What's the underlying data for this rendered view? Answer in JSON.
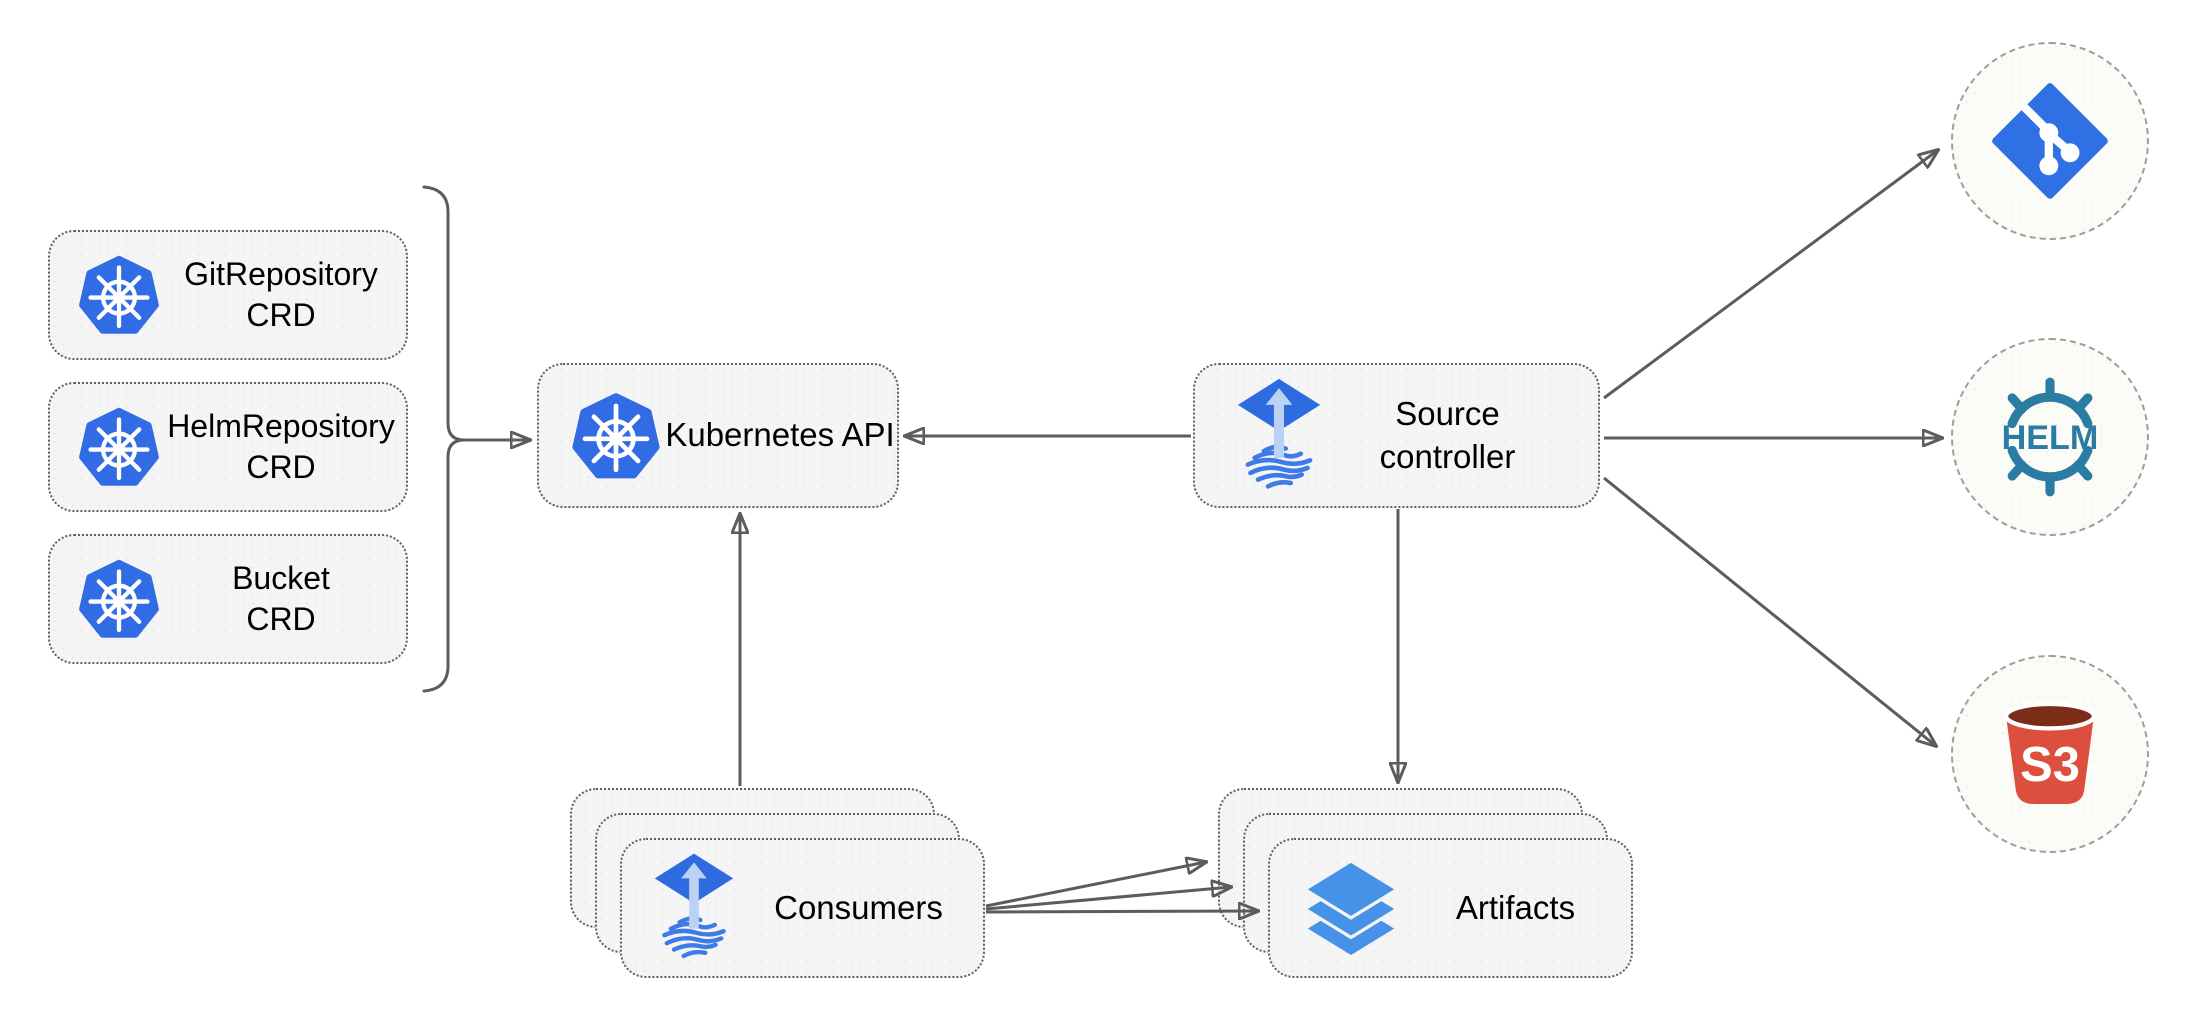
{
  "diagram": {
    "type": "architecture-diagram",
    "subject": "Flux source-controller"
  },
  "nodes": {
    "crd_boxes": [
      {
        "title": "GitRepository",
        "subtitle": "CRD",
        "icon": "kubernetes-icon"
      },
      {
        "title": "HelmRepository",
        "subtitle": "CRD",
        "icon": "kubernetes-icon"
      },
      {
        "title": "Bucket",
        "subtitle": "CRD",
        "icon": "kubernetes-icon"
      }
    ],
    "kubernetes_api": {
      "label": "Kubernetes API",
      "icon": "kubernetes-icon"
    },
    "source_controller": {
      "title": "Source",
      "subtitle": "controller",
      "icon": "flux-icon"
    },
    "consumers": {
      "label": "Consumers",
      "icon": "flux-icon",
      "stack_count": 3
    },
    "artifacts": {
      "label": "Artifacts",
      "icon": "artifacts-layers-icon",
      "stack_count": 3
    },
    "git_source": {
      "icon": "git-icon"
    },
    "helm_source": {
      "icon": "helm-icon",
      "label": "HELM"
    },
    "s3_source": {
      "icon": "s3-bucket-icon",
      "label": "S3"
    }
  },
  "edges": [
    {
      "from": "crd-group-bracket",
      "to": "kubernetes-api"
    },
    {
      "from": "source-controller",
      "to": "kubernetes-api"
    },
    {
      "from": "consumers",
      "to": "kubernetes-api"
    },
    {
      "from": "source-controller",
      "to": "artifacts"
    },
    {
      "from": "source-controller",
      "to": "git-source"
    },
    {
      "from": "source-controller",
      "to": "helm-source"
    },
    {
      "from": "source-controller",
      "to": "s3-source"
    },
    {
      "from": "consumers",
      "to": "artifacts",
      "count": 3
    }
  ],
  "colors": {
    "kubernetes_blue": "#326CE5",
    "flux_blue": "#2E6BE1",
    "flux_wave_blue": "#3F7BE8",
    "flux_arrow_light": "#BCD2F5",
    "artifacts_blue": "#4592E8",
    "git_blue": "#2F70E5",
    "helm_teal": "#2B7CA3",
    "s3_red": "#DC4F3F",
    "s3_dark_red": "#7C2D18",
    "node_fill": "#F5F5F5",
    "node_border": "#5f5f5f",
    "circle_fill": "#FBFBF7",
    "circle_border": "#9e9e9e",
    "arrow": "#5c5c5c",
    "text": "#000000",
    "background": "#ffffff"
  }
}
